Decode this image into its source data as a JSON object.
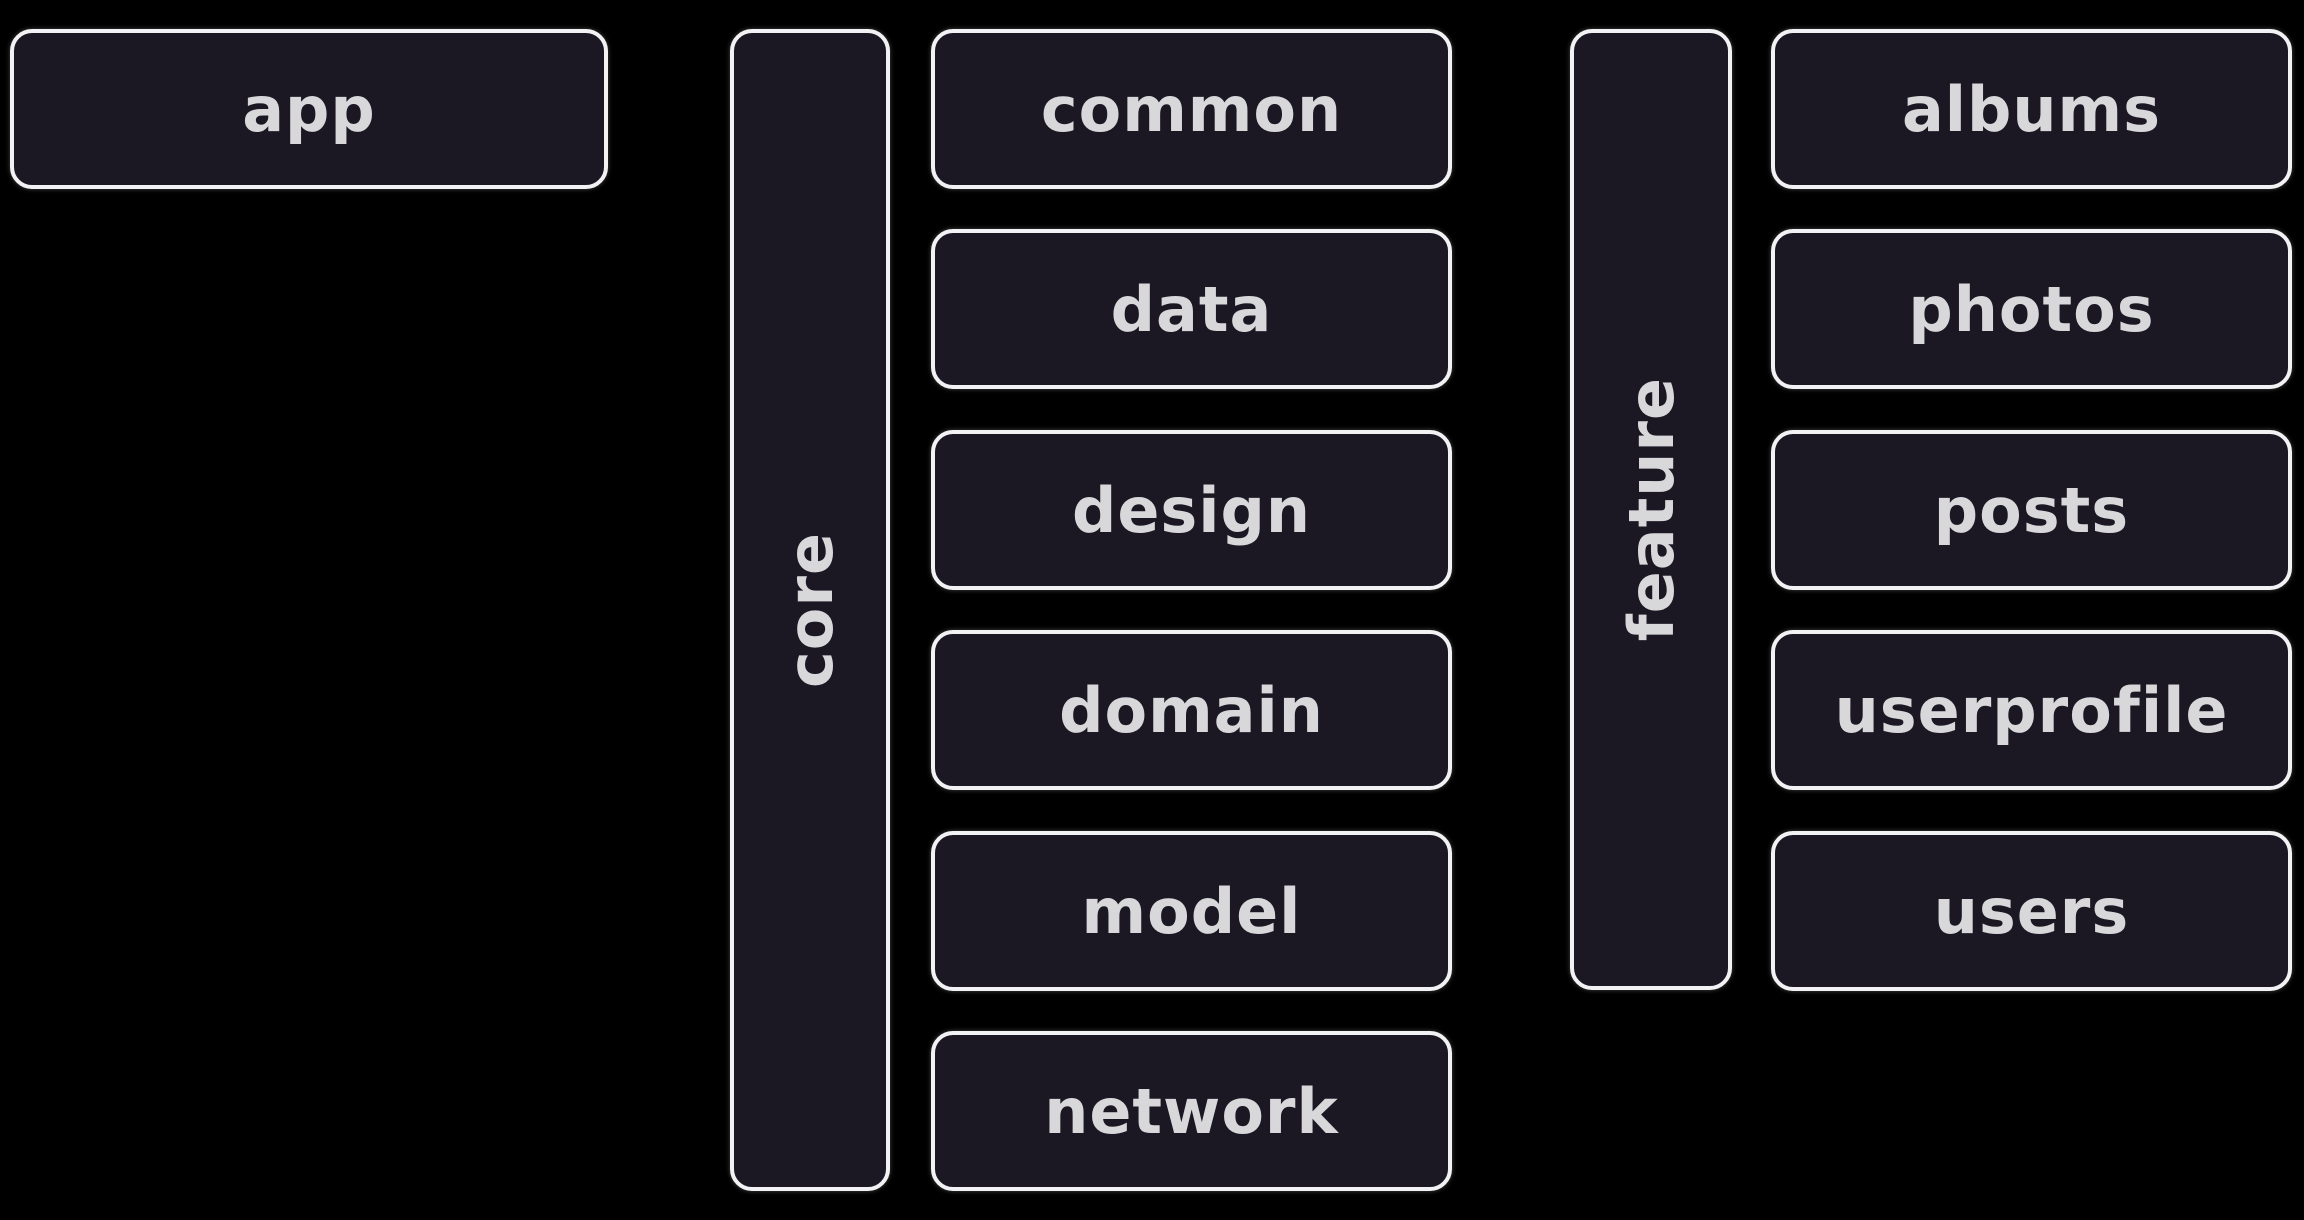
{
  "colors": {
    "background": "#000000",
    "box_fill": "#1b1824",
    "box_border": "#f2f1f3",
    "label": "#d8d7da"
  },
  "app": {
    "label": "app"
  },
  "core": {
    "label": "core",
    "modules": [
      "common",
      "data",
      "design",
      "domain",
      "model",
      "network"
    ]
  },
  "feature": {
    "label": "feature",
    "modules": [
      "albums",
      "photos",
      "posts",
      "userprofile",
      "users"
    ]
  }
}
